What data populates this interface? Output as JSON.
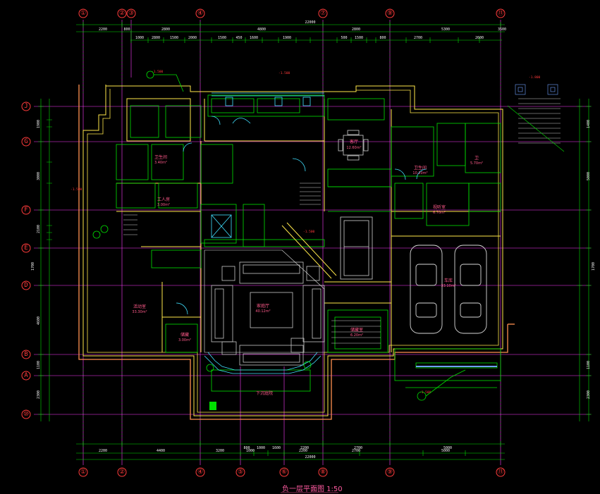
{
  "drawing": {
    "title": "负一层平面图 1:50",
    "colors": {
      "background": "#000000",
      "wall_yellow": "#ffe84a",
      "dim_green": "#00e000",
      "axis_magenta": "#ff3bff",
      "axis_red": "#ff3b3b",
      "cyan": "#40e0ff",
      "text_white": "#f4f4f4",
      "room_label": "#ff5a8a",
      "wall_orange": "#ff9050",
      "stair_blue": "#6fa0ff"
    }
  },
  "axes": {
    "top": [
      "①",
      "②",
      "③",
      "④",
      "⑦",
      "⑨",
      "⑪"
    ],
    "bottom": [
      "①",
      "②",
      "④",
      "⑤",
      "⑥",
      "⑧",
      "⑨",
      "⑪"
    ],
    "left": [
      "J",
      "G",
      "F",
      "E",
      "D",
      "B",
      "A",
      "⑩"
    ]
  },
  "dimensions": {
    "top_total": "22000",
    "bottom_total": "22000",
    "top_row": [
      "2200",
      "800",
      "2800",
      "4800",
      "2800",
      "5300",
      "3500"
    ],
    "top_detail": [
      "1000",
      "2800",
      "1500",
      "2000",
      "1500",
      "450",
      "1600",
      "1900",
      "500",
      "1500",
      "800",
      "2700",
      "2600"
    ],
    "bottom_row": [
      "2200",
      "4400",
      "3200",
      "1000",
      "2200",
      "2700",
      "5000"
    ],
    "bottom_detail": [
      "800",
      "1000",
      "1600",
      "2200",
      "2700",
      "5000"
    ],
    "left_col": [
      "1900",
      "3000",
      "2100",
      "1700",
      "4600",
      "1100",
      "2300"
    ],
    "right_col": [
      "1400",
      "5000",
      "1700",
      "1100",
      "2300"
    ]
  },
  "rooms": [
    {
      "name": "客厅",
      "area": "12.60m²"
    },
    {
      "name": "卫生间",
      "area": "3.40m²"
    },
    {
      "name": "卫生间",
      "area": "10.20m²"
    },
    {
      "name": "卫",
      "area": "5.70m²"
    },
    {
      "name": "工人房",
      "area": "3.00m²"
    },
    {
      "name": "视听室",
      "area": "6.70m²"
    },
    {
      "name": "家庭厅",
      "area": "40.12m²"
    },
    {
      "name": "活动室",
      "area": "33.30m²"
    },
    {
      "name": "储藏",
      "area": "3.00m²"
    },
    {
      "name": "储藏室",
      "area": "6.20m²"
    },
    {
      "name": "车库",
      "area": "33.10m²"
    },
    {
      "name": "下沉庭院",
      "area": ""
    }
  ]
}
